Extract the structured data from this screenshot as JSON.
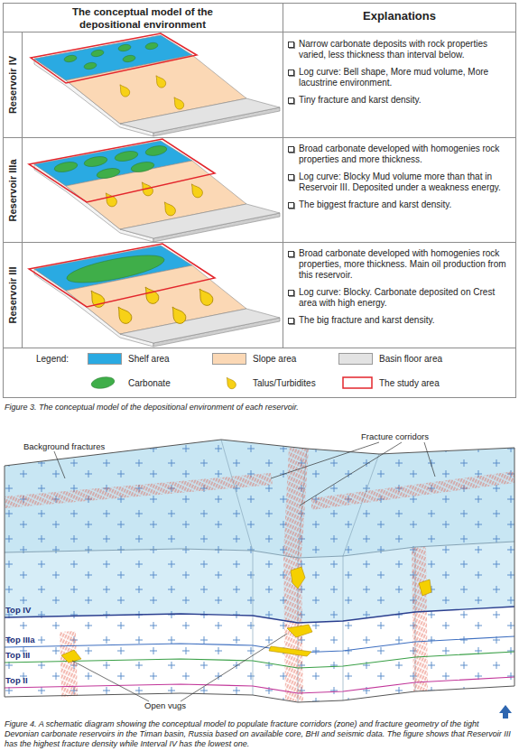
{
  "diagram": {
    "caption": "Figure 4. A schematic diagram showing the conceptual model to populate fracture corridors (zone) and fracture geometry of the tight Devonian carbonate reservoirs in the Timan basin, Russia based on available core, BHI and seismic data. The figure shows that Reservoir III has the highest fracture density while Interval IV has the lowest one.",
    "labels": [
      "The conceptual model of the depositional environment",
      "Explanations",
      "Reservoir IV",
      "Narrow carbonate deposits with rock properties varied, less thickness than interval below.",
      "Log curve: Bell shape, More mud volume, More lacustrine environment.",
      "Tiny fracture and karst density.",
      "Reservoir IIIa",
      "Broad carbonate developed with homogenies rock properties and more thickness.",
      "Log curve: Blocky Mud volume more than that in Reservoir III. Deposited under a weakness energy.",
      "The biggest fracture and karst density.",
      "Reservoir III",
      "Broad carbonate developed with homogenies rock properties, more thickness. Main oil production from this reservoir.",
      "Log curve: Blocky. Carbonate deposited on Crest area with high energy.",
      "The big fracture and karst density.",
      "Legend:",
      "Figure 3. The conceptual model of the depositional environment of each reservoir.",
      "Background fractures",
      "Fracture corridors",
      "Top IV",
      "Top IIIa",
      "Top III",
      "Top II",
      "Open vugs"
    ],
    "legend": [
      {
        "text": "Shelf area",
        "color": "#2aaae2"
      },
      {
        "text": "Slope area",
        "color": "#fbd8b5"
      },
      {
        "text": "Basin floor area",
        "color": "#e3e3e3"
      },
      {
        "text": "Carbonate"
      },
      {
        "text": "Talus/Turbidites"
      },
      {
        "text": "The study area"
      }
    ]
  }
}
